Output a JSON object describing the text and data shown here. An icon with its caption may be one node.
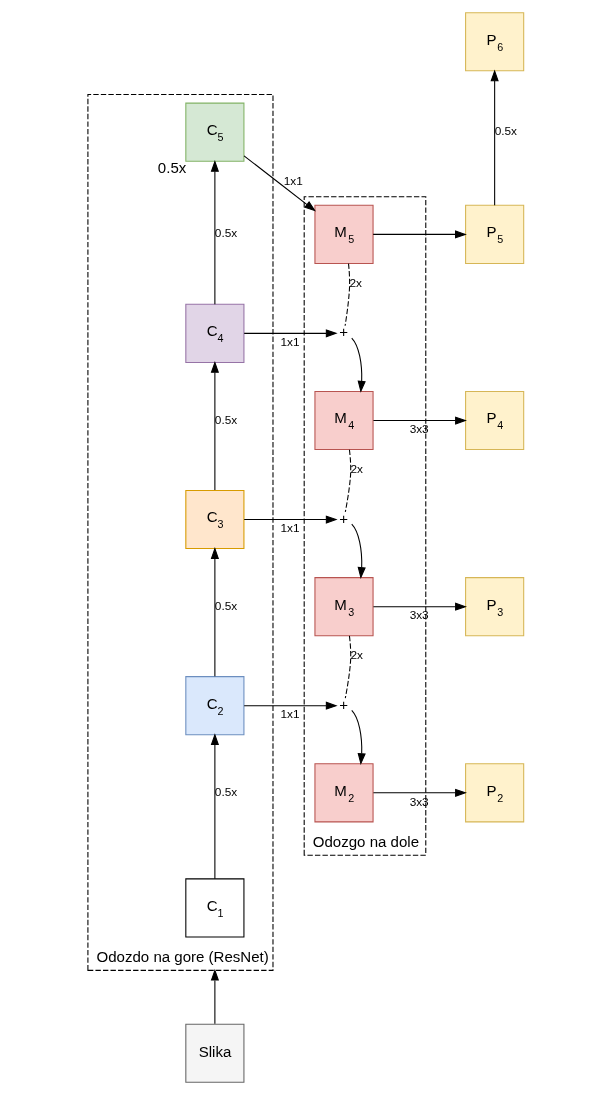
{
  "diagram": {
    "nodes": [
      {
        "text": [
          "Odozdo na gore (ResNet)"
        ]
      },
      {
        "text": [
          "C$_{5}$"
        ],
        "in": 0,
        "beside": [
          "0.5x"
        ]
      },
      {
        "text": [
          "C$_{4}$"
        ],
        "in": 0
      },
      {
        "text": [
          "C$_{3}$"
        ],
        "in": 0
      },
      {
        "text": [
          "C$_{2}$"
        ],
        "in": 0
      },
      {
        "text": [
          "C$_{1}$"
        ],
        "in": 0
      },
      {
        "text": [
          "Odozgo na dole"
        ]
      },
      {
        "text": [
          "M$_{5}$"
        ],
        "in": 6
      },
      {
        "text": [
          "+"
        ],
        "in": 6
      },
      {
        "text": [
          "M$_{4}$"
        ],
        "in": 6
      },
      {
        "text": [
          "+"
        ],
        "in": 6
      },
      {
        "text": [
          "M$_{3}$"
        ],
        "in": 6
      },
      {
        "text": [
          "+"
        ],
        "in": 6
      },
      {
        "text": [
          "M$_{2}$"
        ],
        "in": 6
      },
      {
        "text": [
          "P$_{6}$"
        ]
      },
      {
        "text": [
          "P$_{5}$"
        ]
      },
      {
        "text": [
          "P$_{4}$"
        ]
      },
      {
        "text": [
          "P$_{3}$"
        ]
      },
      {
        "text": [
          "P$_{2}$"
        ]
      },
      {
        "text": [
          "Slika"
        ]
      }
    ],
    "edges": [
      {
        "from": 19,
        "to": 0,
        "arrow": "to"
      },
      {
        "from": 5,
        "to": 4,
        "arrow": "to",
        "label": "0.5x"
      },
      {
        "from": 4,
        "to": 3,
        "arrow": "to",
        "label": "0.5x"
      },
      {
        "from": 3,
        "to": 2,
        "arrow": "to",
        "label": "0.5x"
      },
      {
        "from": 2,
        "to": 1,
        "arrow": "to",
        "label": "0.5x"
      },
      {
        "from": 1,
        "to": 7,
        "arrow": "to",
        "label": "1x1"
      },
      {
        "from": 2,
        "to": 8,
        "arrow": "to",
        "label": "1x1"
      },
      {
        "from": 3,
        "to": 10,
        "arrow": "to",
        "label": "1x1"
      },
      {
        "from": 4,
        "to": 12,
        "arrow": "to",
        "label": "1x1"
      },
      {
        "from": 7,
        "to": 8,
        "arrow": "none",
        "label": "2x",
        "style": "dashed"
      },
      {
        "from": 8,
        "to": 9,
        "arrow": "to"
      },
      {
        "from": 9,
        "to": 10,
        "arrow": "none",
        "label": "2x",
        "style": "dashed"
      },
      {
        "from": 10,
        "to": 11,
        "arrow": "to"
      },
      {
        "from": 11,
        "to": 12,
        "arrow": "none",
        "label": "2x",
        "style": "dashed"
      },
      {
        "from": 12,
        "to": 13,
        "arrow": "to"
      },
      {
        "from": 7,
        "to": 15,
        "arrow": "to"
      },
      {
        "from": 9,
        "to": 16,
        "arrow": "to",
        "label": "3x3"
      },
      {
        "from": 11,
        "to": 17,
        "arrow": "to",
        "label": "3x3"
      },
      {
        "from": 13,
        "to": 18,
        "arrow": "to",
        "label": "3x3"
      },
      {
        "from": 15,
        "to": 14,
        "arrow": "to",
        "label": "0.5x"
      }
    ]
  }
}
